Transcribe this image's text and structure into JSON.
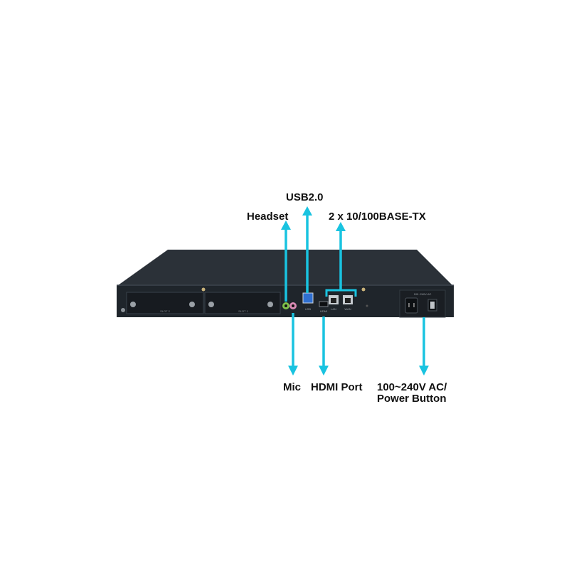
{
  "accent_color": "#19c3e0",
  "chassis_color": "#2b3138",
  "callouts": {
    "usb": "USB2.0",
    "headset": "Headset",
    "lan": "2 x 10/100BASE-TX",
    "mic": "Mic",
    "hdmi": "HDMI Port",
    "power_line1": "100~240V AC/",
    "power_line2": "Power Button"
  },
  "panel_text": {
    "slot2": "SLOT 2",
    "slot1": "SLOT 1",
    "usb_port": "USB",
    "hdmi_port": "HDMI",
    "lan_port": "LAN",
    "wan_port": "WAN",
    "power_rating": "100~240V AC"
  }
}
